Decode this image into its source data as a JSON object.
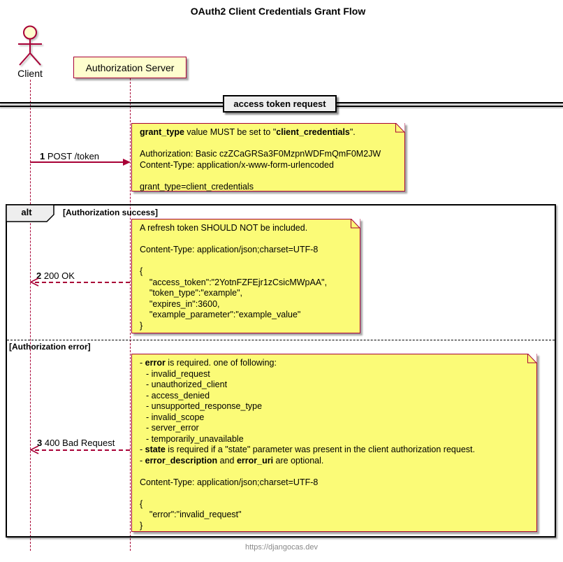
{
  "title": "OAuth2 Client Credentials Grant Flow",
  "footer": "https://djangocas.dev",
  "participants": {
    "client": "Client",
    "auth_server": "Authorization Server"
  },
  "divider": {
    "label": "access token request"
  },
  "alt_fragment": {
    "operator": "alt",
    "branch_success": "[Authorization success]",
    "branch_error": "[Authorization error]"
  },
  "messages": {
    "post_token": {
      "num": "1",
      "label": " POST /token"
    },
    "ok": {
      "num": "2",
      "label": " 200 OK"
    },
    "bad_request": {
      "num": "3",
      "label": " 400 Bad Request"
    }
  },
  "notes": {
    "request": {
      "line1": {
        "b1": "grant_type",
        "t1": " value MUST be set to \"",
        "b2": "client_credentials",
        "t2": "\"."
      },
      "auth_header": "Authorization: Basic czZCaGRSa3F0MzpnWDFmQmF0M2JW",
      "content_type": "Content-Type: application/x-www-form-urlencoded",
      "body": "grant_type=client_credentials"
    },
    "success": {
      "line1": "A refresh token SHOULD NOT be included.",
      "content_type": "Content-Type: application/json;charset=UTF-8",
      "json": [
        "{",
        "    \"access_token\":\"2YotnFZFEjr1zCsicMWpAA\",",
        "    \"token_type\":\"example\",",
        "    \"expires_in\":3600,",
        "    \"example_parameter\":\"example_value\"",
        "}"
      ]
    },
    "error": {
      "line1": {
        "pre": "- ",
        "b": "error",
        "post": " is required. one of following:"
      },
      "error_codes": [
        "- invalid_request",
        "- unauthorized_client",
        "- access_denied",
        "- unsupported_response_type",
        "- invalid_scope",
        "- server_error",
        "- temporarily_unavailable"
      ],
      "state_line": {
        "pre": "- ",
        "b": "state",
        "post": " is required if a \"state\" parameter was present in the client authorization request."
      },
      "optional_line": {
        "pre": "- ",
        "b1": "error_description",
        "mid": " and ",
        "b2": "error_uri",
        "post": " are optional."
      },
      "content_type": "Content-Type: application/json;charset=UTF-8",
      "json": [
        "{",
        "    \"error\":\"invalid_request\"",
        "}"
      ]
    }
  },
  "colors": {
    "accent_red": "#A80036",
    "note_bg": "#FBFB77",
    "participant_bg": "#FEFECE",
    "fragment_header_bg": "#EEEEEE"
  }
}
